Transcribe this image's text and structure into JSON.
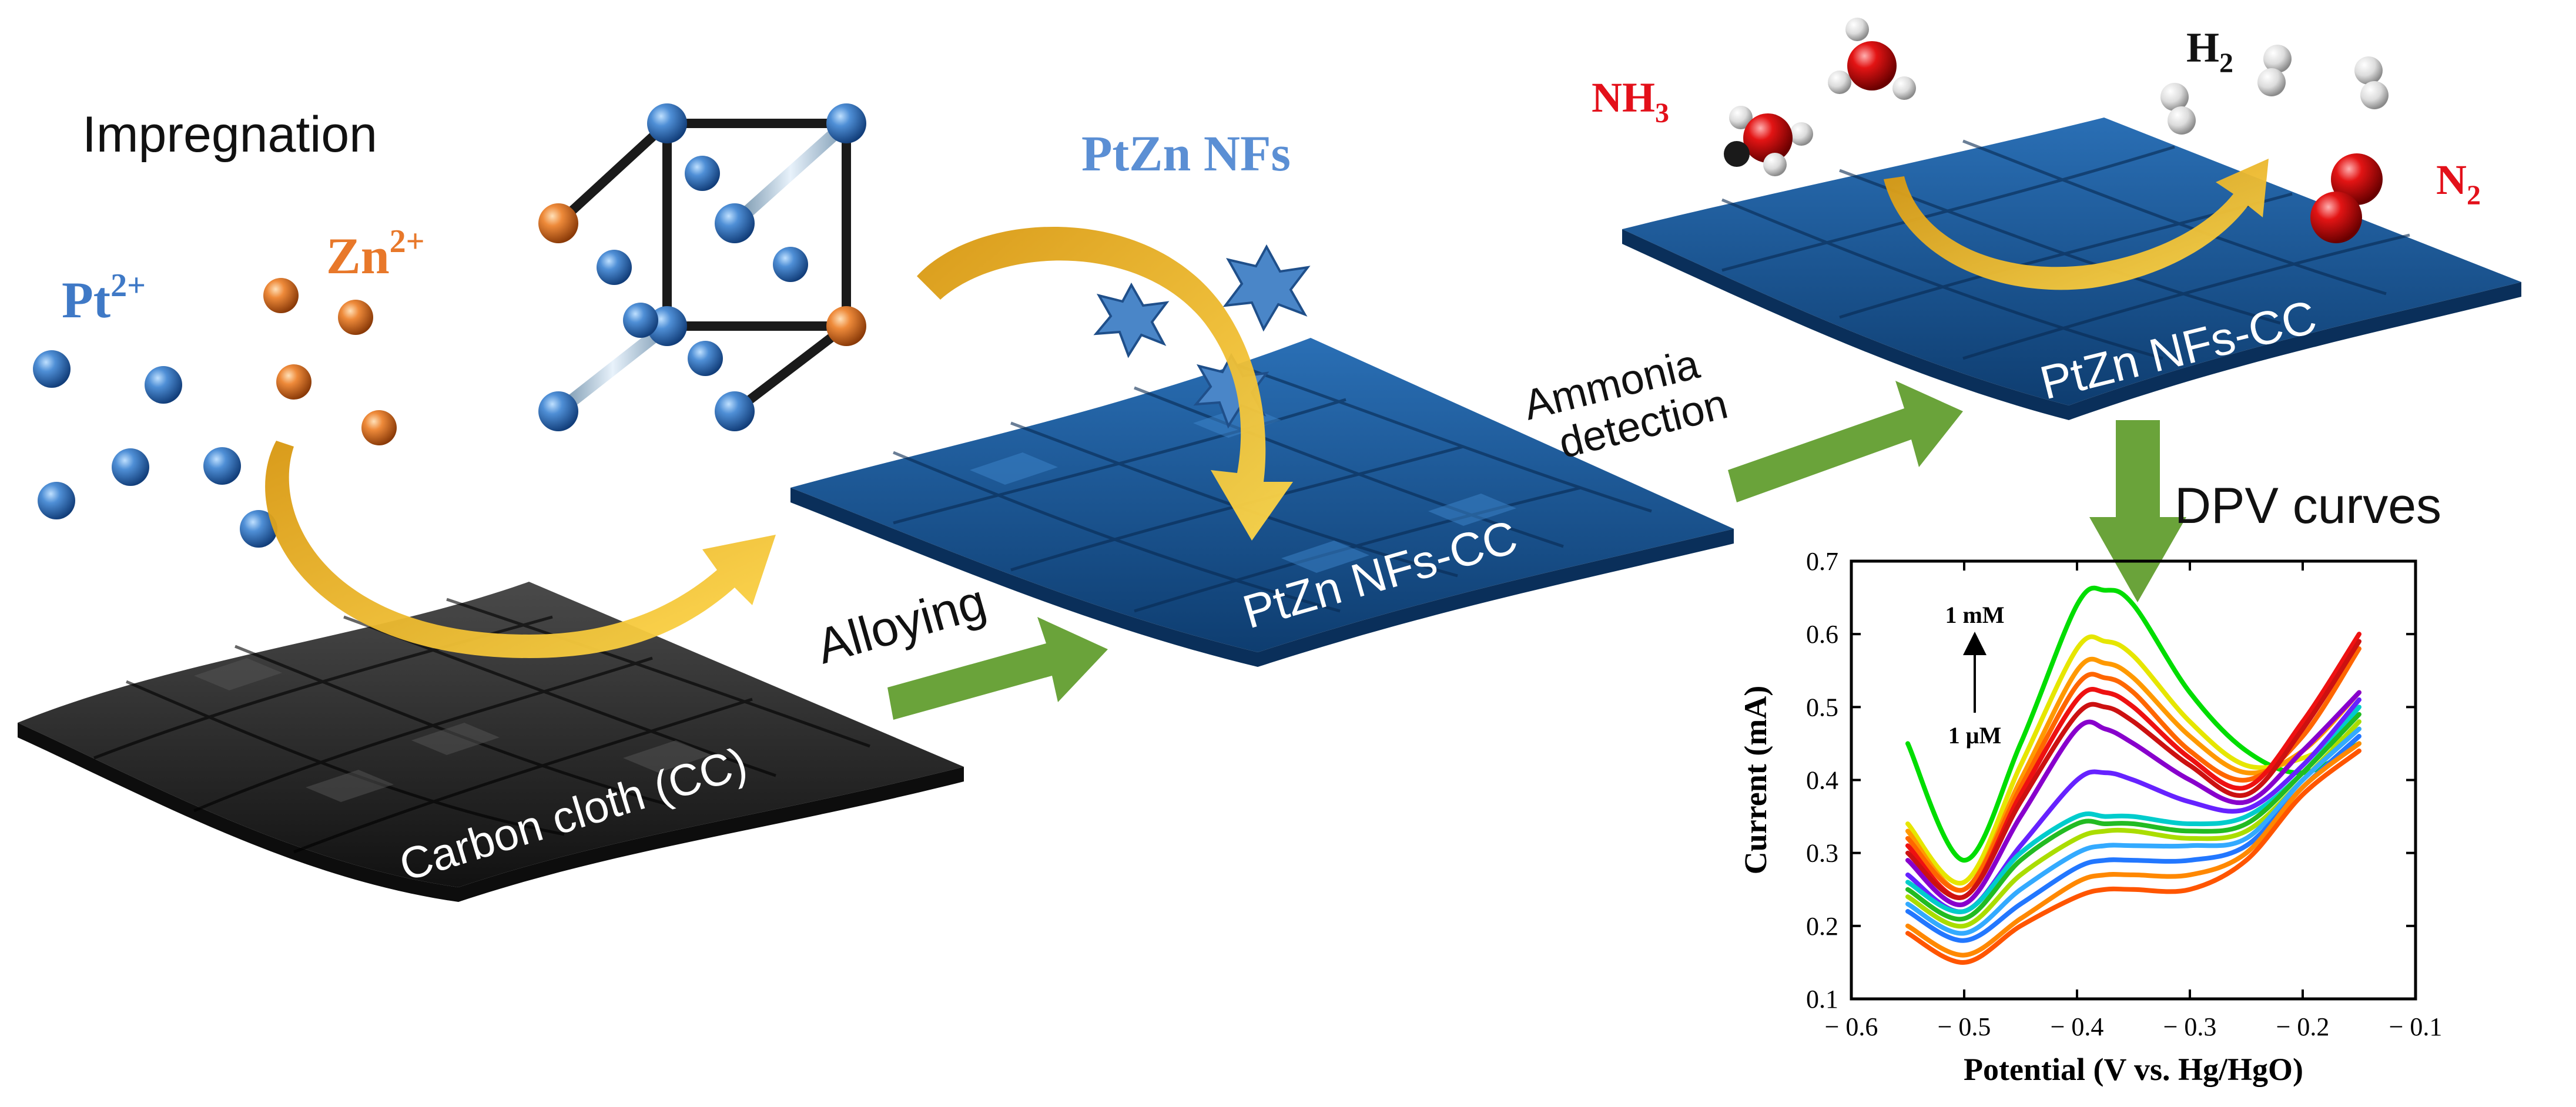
{
  "labels": {
    "impregnation": "Impregnation",
    "pt_ion": "Pt",
    "pt_charge": "2+",
    "zn_ion": "Zn",
    "zn_charge": "2+",
    "ptzn_nfs": "PtZn NFs",
    "alloying": "Alloying",
    "carbon_cloth": "Carbon cloth (CC)",
    "ptzn_cc_middle": "PtZn NFs-CC",
    "ammonia_line1": "Ammonia",
    "ammonia_line2": "detection",
    "ptzn_cc_right": "PtZn NFs-CC",
    "nh3_main": "NH",
    "nh3_sub": "3",
    "h2_main": "H",
    "h2_sub": "2",
    "n2_main": "N",
    "n2_sub": "2",
    "dpv_curves": "DPV curves"
  },
  "colors": {
    "pt_blue": "#3f79c6",
    "zn_orange": "#e8782a",
    "nh3_red": "#e3101a",
    "arrow_green": "#6aa33a",
    "arrow_gold": "#e4a31a",
    "cloth_blue": "#1a5a9a",
    "cloth_black": "#262626"
  },
  "chart_data": {
    "type": "line",
    "xlabel": "Potential (V vs. Hg/HgO)",
    "ylabel": "Current (mA)",
    "xlim": [
      -0.6,
      -0.1
    ],
    "ylim": [
      0.1,
      0.7
    ],
    "x_ticks": [
      "-0.6",
      "-0.5",
      "-0.4",
      "-0.3",
      "-0.2",
      "-0.1"
    ],
    "y_ticks": [
      "0.1",
      "0.2",
      "0.3",
      "0.4",
      "0.5",
      "0.6",
      "0.7"
    ],
    "annotation_top": "1 mM",
    "annotation_bottom": "1 μM",
    "grid": false,
    "x_range": [
      -0.55,
      -0.15
    ],
    "curve_colors": [
      "#00dd00",
      "#e6e600",
      "#ff9900",
      "#ff6600",
      "#ee1111",
      "#cc1111",
      "#8800cc",
      "#6622ff",
      "#00cccc",
      "#22bb22",
      "#aadd00",
      "#33aaff",
      "#2277ff",
      "#ff8800",
      "#ff5500"
    ],
    "series": [
      {
        "x": [
          -0.55,
          -0.5,
          -0.45,
          -0.4,
          -0.375,
          -0.35,
          -0.3,
          -0.25,
          -0.2,
          -0.15
        ],
        "y": [
          0.45,
          0.29,
          0.45,
          0.64,
          0.66,
          0.64,
          0.52,
          0.44,
          0.41,
          0.45
        ]
      },
      {
        "x": [
          -0.55,
          -0.5,
          -0.45,
          -0.4,
          -0.375,
          -0.35,
          -0.3,
          -0.25,
          -0.2,
          -0.15
        ],
        "y": [
          0.34,
          0.26,
          0.42,
          0.58,
          0.59,
          0.57,
          0.48,
          0.42,
          0.43,
          0.47
        ]
      },
      {
        "x": [
          -0.55,
          -0.5,
          -0.45,
          -0.4,
          -0.375,
          -0.35,
          -0.3,
          -0.25,
          -0.2,
          -0.15
        ],
        "y": [
          0.33,
          0.25,
          0.4,
          0.55,
          0.56,
          0.54,
          0.46,
          0.41,
          0.44,
          0.52
        ]
      },
      {
        "x": [
          -0.55,
          -0.5,
          -0.45,
          -0.4,
          -0.375,
          -0.35,
          -0.3,
          -0.25,
          -0.2,
          -0.15
        ],
        "y": [
          0.32,
          0.25,
          0.39,
          0.53,
          0.54,
          0.52,
          0.44,
          0.4,
          0.46,
          0.58
        ]
      },
      {
        "x": [
          -0.55,
          -0.5,
          -0.45,
          -0.4,
          -0.375,
          -0.35,
          -0.3,
          -0.25,
          -0.2,
          -0.15
        ],
        "y": [
          0.31,
          0.24,
          0.38,
          0.51,
          0.52,
          0.5,
          0.43,
          0.39,
          0.48,
          0.6
        ]
      },
      {
        "x": [
          -0.55,
          -0.5,
          -0.45,
          -0.4,
          -0.375,
          -0.35,
          -0.3,
          -0.25,
          -0.2,
          -0.15
        ],
        "y": [
          0.3,
          0.24,
          0.37,
          0.49,
          0.5,
          0.48,
          0.42,
          0.38,
          0.47,
          0.59
        ]
      },
      {
        "x": [
          -0.55,
          -0.5,
          -0.45,
          -0.4,
          -0.375,
          -0.35,
          -0.3,
          -0.25,
          -0.2,
          -0.15
        ],
        "y": [
          0.29,
          0.23,
          0.35,
          0.47,
          0.47,
          0.45,
          0.4,
          0.37,
          0.44,
          0.52
        ]
      },
      {
        "x": [
          -0.55,
          -0.5,
          -0.45,
          -0.4,
          -0.375,
          -0.35,
          -0.3,
          -0.25,
          -0.2,
          -0.15
        ],
        "y": [
          0.27,
          0.22,
          0.31,
          0.4,
          0.41,
          0.4,
          0.37,
          0.36,
          0.42,
          0.51
        ]
      },
      {
        "x": [
          -0.55,
          -0.5,
          -0.45,
          -0.4,
          -0.375,
          -0.35,
          -0.3,
          -0.25,
          -0.2,
          -0.15
        ],
        "y": [
          0.26,
          0.22,
          0.3,
          0.35,
          0.35,
          0.35,
          0.34,
          0.35,
          0.41,
          0.5
        ]
      },
      {
        "x": [
          -0.55,
          -0.5,
          -0.45,
          -0.4,
          -0.375,
          -0.35,
          -0.3,
          -0.25,
          -0.2,
          -0.15
        ],
        "y": [
          0.25,
          0.21,
          0.29,
          0.34,
          0.34,
          0.34,
          0.33,
          0.34,
          0.41,
          0.49
        ]
      },
      {
        "x": [
          -0.55,
          -0.5,
          -0.45,
          -0.4,
          -0.375,
          -0.35,
          -0.3,
          -0.25,
          -0.2,
          -0.15
        ],
        "y": [
          0.24,
          0.2,
          0.27,
          0.32,
          0.33,
          0.33,
          0.32,
          0.33,
          0.4,
          0.48
        ]
      },
      {
        "x": [
          -0.55,
          -0.5,
          -0.45,
          -0.4,
          -0.375,
          -0.35,
          -0.3,
          -0.25,
          -0.2,
          -0.15
        ],
        "y": [
          0.23,
          0.19,
          0.25,
          0.3,
          0.31,
          0.31,
          0.31,
          0.32,
          0.4,
          0.47
        ]
      },
      {
        "x": [
          -0.55,
          -0.5,
          -0.45,
          -0.4,
          -0.375,
          -0.35,
          -0.3,
          -0.25,
          -0.2,
          -0.15
        ],
        "y": [
          0.22,
          0.18,
          0.23,
          0.28,
          0.29,
          0.29,
          0.29,
          0.31,
          0.39,
          0.46
        ]
      },
      {
        "x": [
          -0.55,
          -0.5,
          -0.45,
          -0.4,
          -0.375,
          -0.35,
          -0.3,
          -0.25,
          -0.2,
          -0.15
        ],
        "y": [
          0.2,
          0.16,
          0.21,
          0.26,
          0.27,
          0.27,
          0.27,
          0.3,
          0.39,
          0.45
        ]
      },
      {
        "x": [
          -0.55,
          -0.5,
          -0.45,
          -0.4,
          -0.375,
          -0.35,
          -0.3,
          -0.25,
          -0.2,
          -0.15
        ],
        "y": [
          0.19,
          0.15,
          0.2,
          0.24,
          0.25,
          0.25,
          0.25,
          0.29,
          0.38,
          0.44
        ]
      }
    ]
  }
}
